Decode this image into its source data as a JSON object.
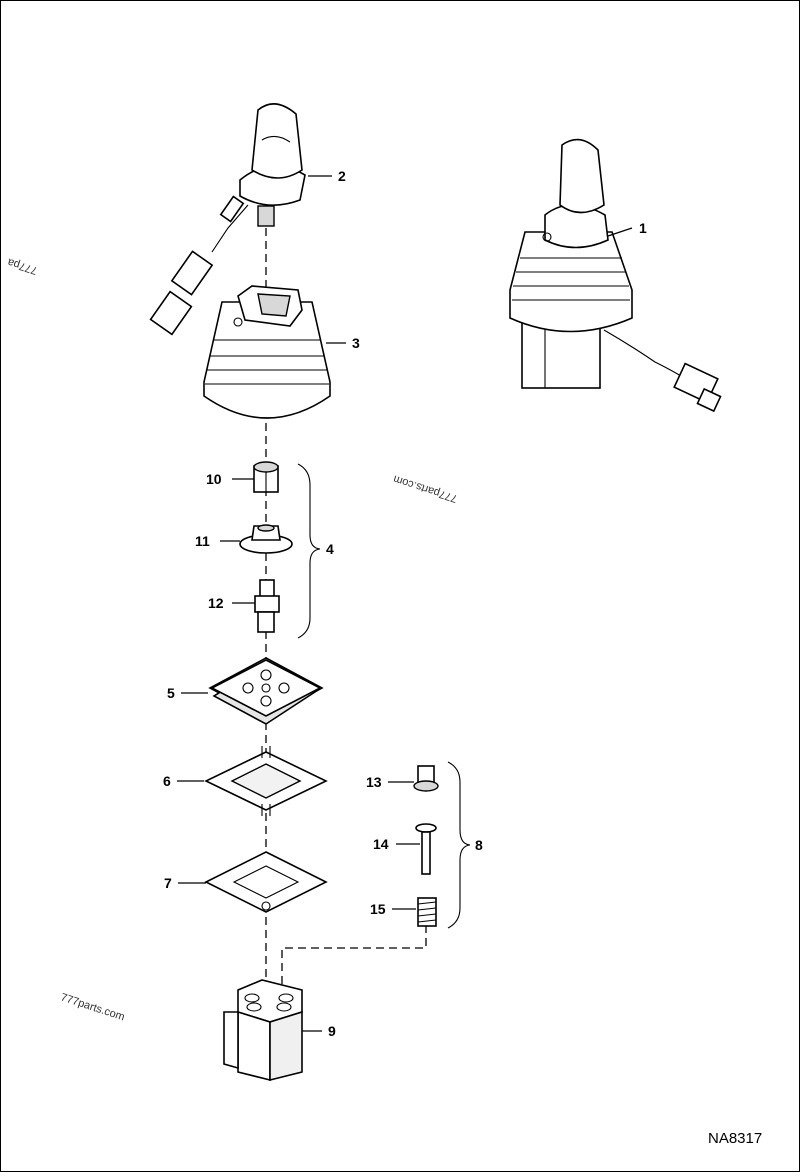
{
  "diagram_code": "NA8317",
  "watermarks": [
    "777parts.com",
    "777parts.com",
    "777pa"
  ],
  "callouts": [
    "1",
    "2",
    "3",
    "4",
    "5",
    "6",
    "7",
    "8",
    "9",
    "10",
    "11",
    "12",
    "13",
    "14",
    "15"
  ]
}
